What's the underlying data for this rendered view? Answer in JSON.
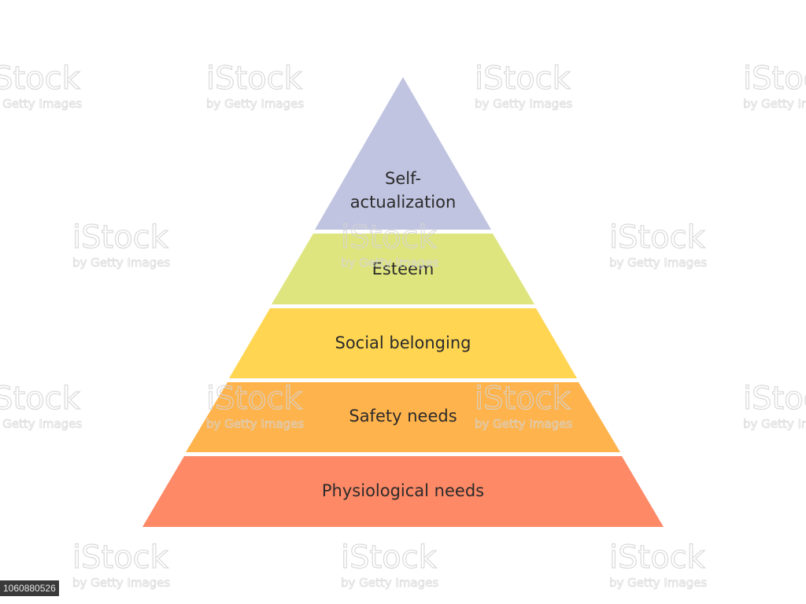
{
  "pyramid": {
    "levels": [
      {
        "key": "self_actualization",
        "lines": [
          "Self-",
          "actualization"
        ],
        "color": "#c0c4e0"
      },
      {
        "key": "esteem",
        "lines": [
          "Esteem"
        ],
        "color": "#dfe57e"
      },
      {
        "key": "social_belonging",
        "lines": [
          "Social belonging"
        ],
        "color": "#ffd552"
      },
      {
        "key": "safety_needs",
        "lines": [
          "Safety needs"
        ],
        "color": "#feb34c"
      },
      {
        "key": "physiological_needs",
        "lines": [
          "Physiological needs"
        ],
        "color": "#fe8966"
      }
    ]
  },
  "watermark": {
    "brand": "iStock",
    "byline": "by Getty Images",
    "image_id": "1060880526"
  },
  "colors": {
    "background": "#ffffff",
    "label_text": "#2b2b2b",
    "separator": "#ffffff"
  }
}
